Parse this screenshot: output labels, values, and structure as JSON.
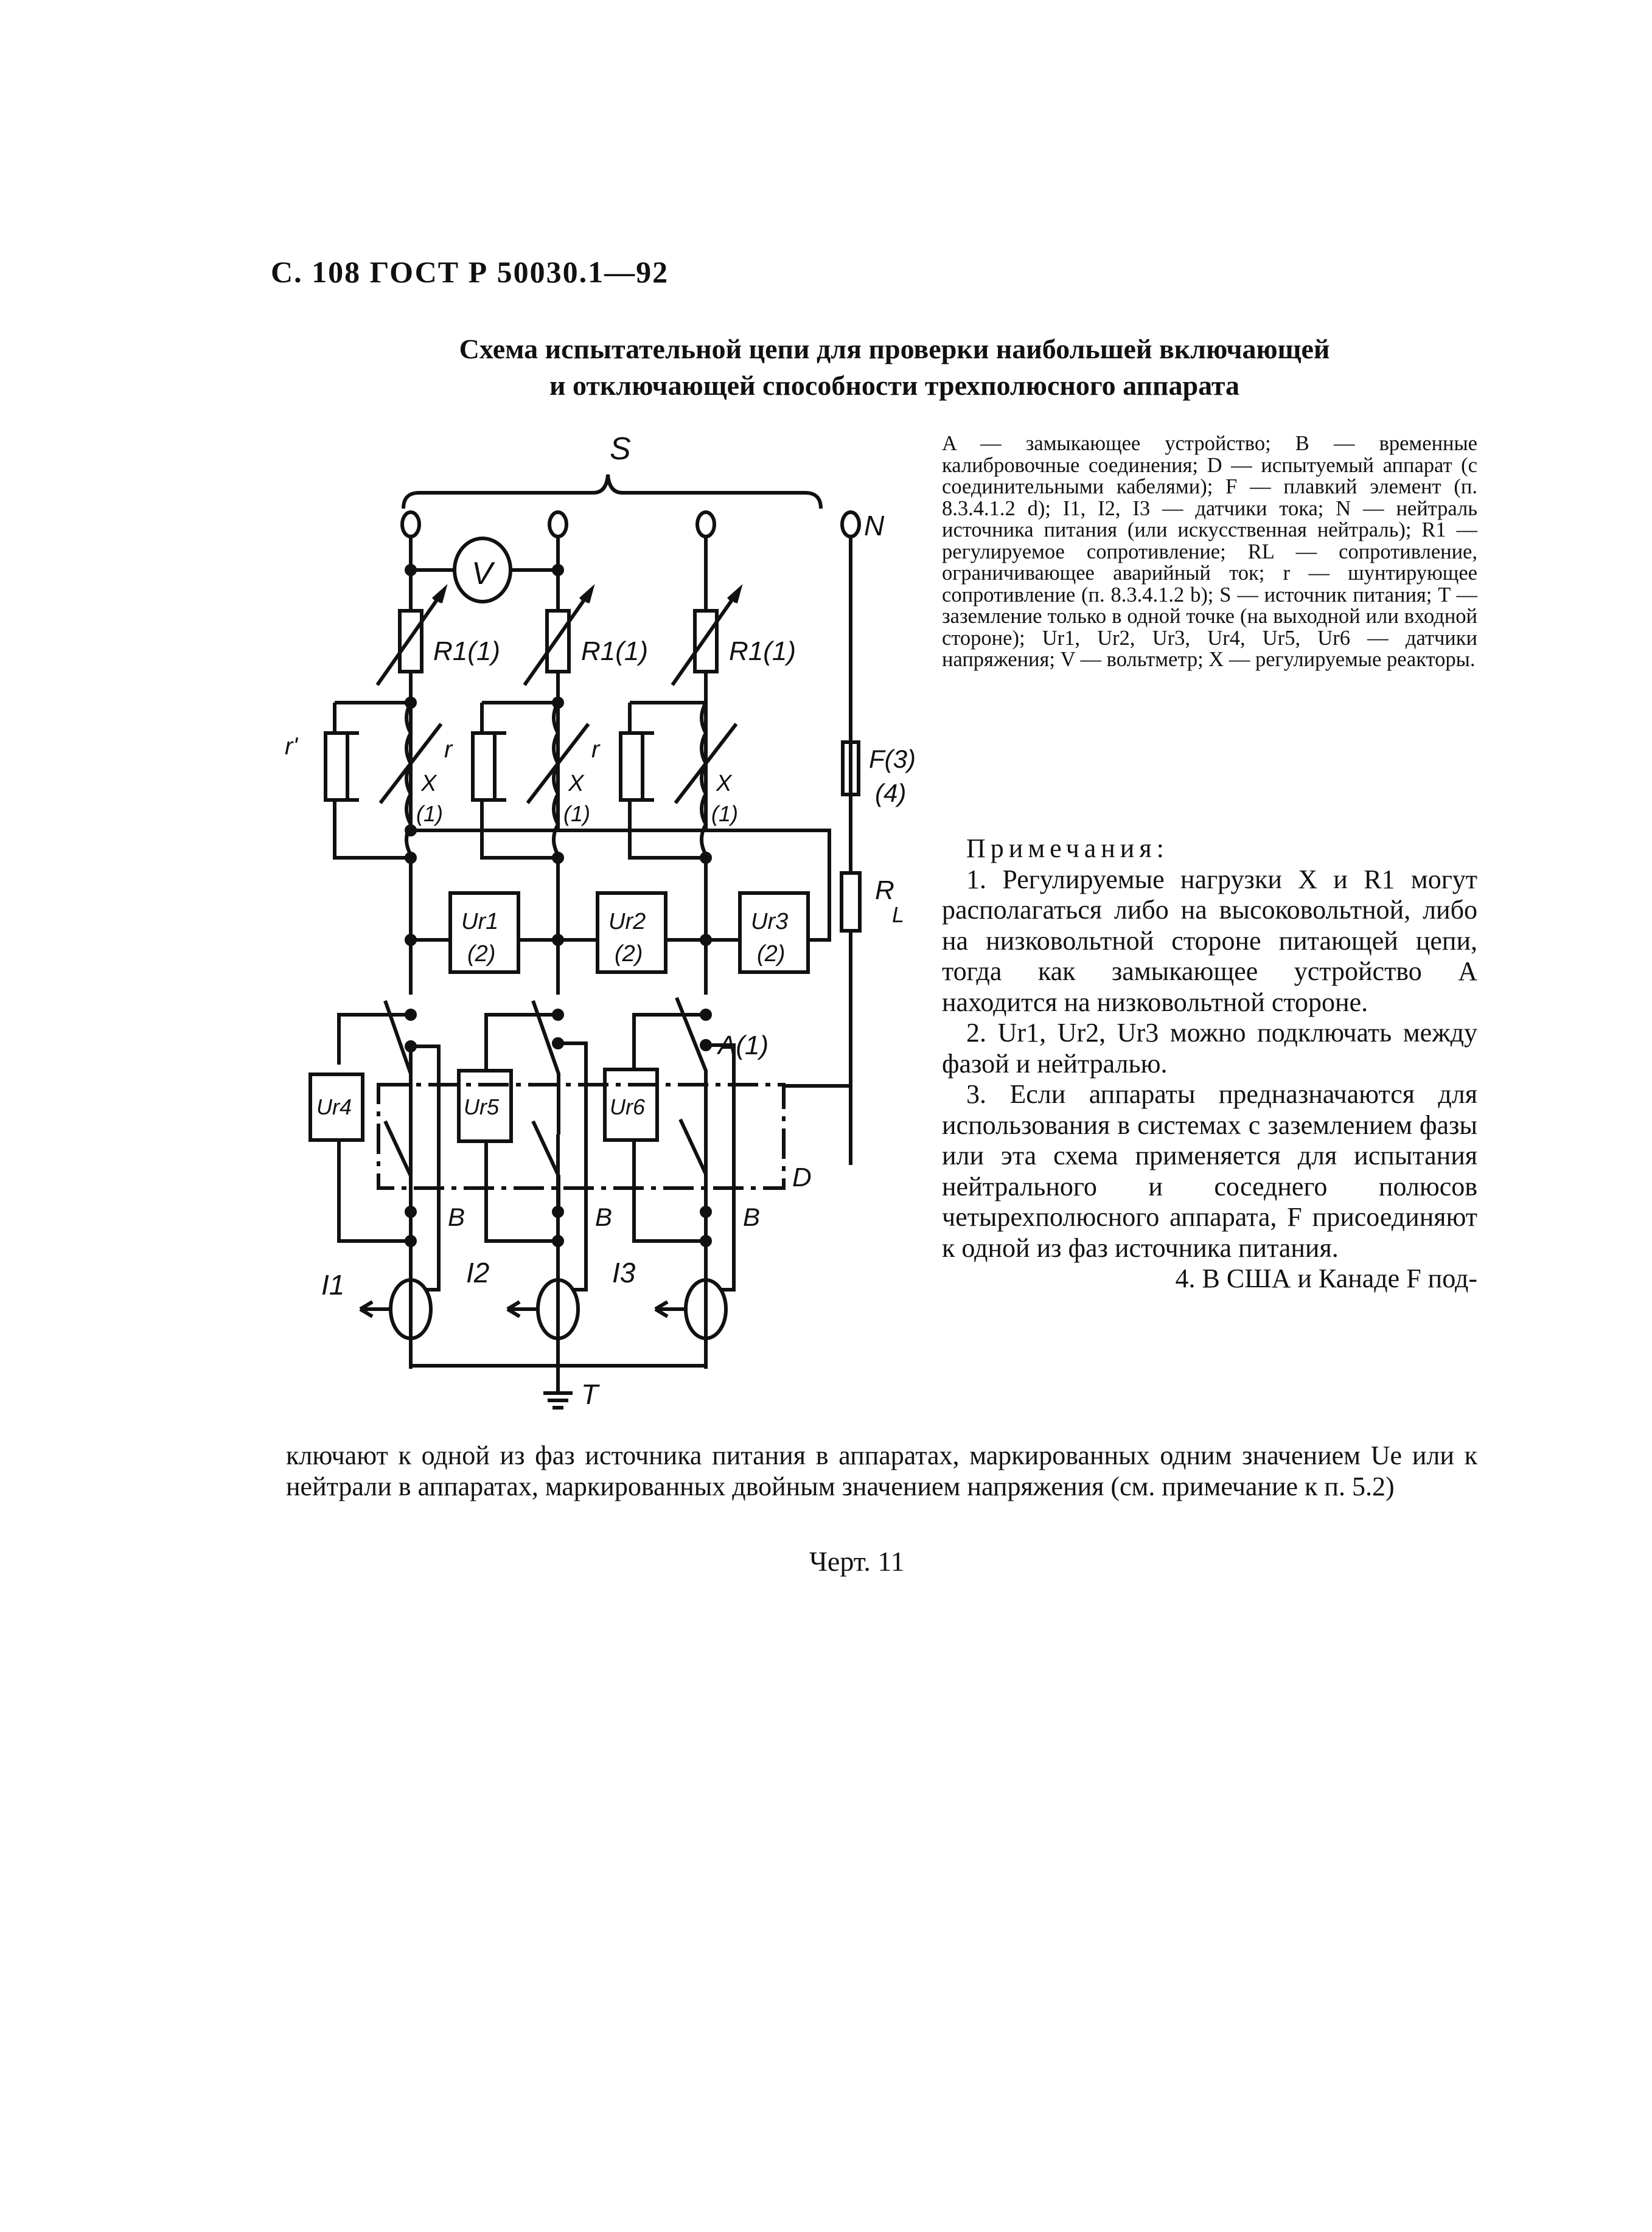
{
  "header": {
    "page_ref": "С. 108 ГОСТ Р 50030.1—92"
  },
  "title": {
    "line1": "Схема испытательной цепи для проверки наибольшей включающей",
    "line2": "и отключающей способности трехполюсного аппарата"
  },
  "diagram": {
    "source_label": "S",
    "neutral_label": "N",
    "voltmeter_label": "V",
    "phases": [
      {
        "resistor": "R1(1)",
        "shunt": "r'",
        "reactor": "X",
        "reactor_note": "(1)",
        "shunt_r": "r",
        "sensor_top": "Ur1",
        "sensor_top_note": "(2)",
        "sensor_bottom": "Ur4",
        "calib": "B",
        "current": "I1"
      },
      {
        "resistor": "R1(1)",
        "shunt": "",
        "reactor": "X",
        "reactor_note": "(1)",
        "shunt_r": "r",
        "sensor_top": "Ur2",
        "sensor_top_note": "(2)",
        "sensor_bottom": "Ur5",
        "calib": "B",
        "current": "I2"
      },
      {
        "resistor": "R1(1)",
        "shunt": "",
        "reactor": "X",
        "reactor_note": "(1)",
        "shunt_r": "",
        "sensor_top": "Ur3",
        "sensor_top_note": "(2)",
        "sensor_bottom": "Ur6",
        "calib": "B",
        "current": "I3"
      }
    ],
    "fuse_label": "F(3)",
    "fuse_note": "(4)",
    "load_resistor_label": "R",
    "load_resistor_sub": "L",
    "switch_label": "A(1)",
    "device_label": "D",
    "ground_label": "T"
  },
  "legend": {
    "text": "A — замыкающее устройство; B — временные калибровочные соединения; D — испытуемый аппарат (с соединительными кабелями); F — плавкий элемент (п. 8.3.4.1.2 d); I1, I2, I3 — датчики тока; N — нейтраль источника питания (или искусственная нейтраль); R1 — регулируемое сопротивление; RL — сопротивление, ограничивающее аварийный ток; r — шунтирующее сопротивление (п. 8.3.4.1.2 b); S — источник питания; T — заземление только в одной точке (на выходной или входной стороне); Ur1, Ur2, Ur3, Ur4, Ur5, Ur6 — датчики напряжения; V — вольтметр; X — регулируемые реакторы."
  },
  "notes": {
    "heading": "Примечания:",
    "items": [
      "1. Регулируемые нагрузки X и R1 могут располагаться либо на высоковольтной, либо на низковольтной стороне питающей цепи, тогда как замыкающее устройство A находится на низковольтной стороне.",
      "2. Ur1, Ur2, Ur3 можно подключать между фазой и нейтралью.",
      "3. Если аппараты предназначаются для использования в системах с заземлением фазы или эта схема применяется для испытания нейтрального и соседнего полюсов четырехполюсного аппарата, F присоединяют к одной из фаз источника питания.",
      "4. В США и Канаде F подключают к одной из фаз источника питания в аппаратах, маркированных одним значением Ue или к нейтрали в аппаратах, маркированных двойным значением напряжения (см. примечание к п. 5.2)"
    ],
    "note4_start": "4. В США и Канаде F под-",
    "note4_rest": "ключают к одной из фаз источника питания в аппаратах, маркированных одним значением Ue или к нейтрали в аппаратах, маркированных двойным значением напряжения (см. примечание к п. 5.2)"
  },
  "caption": "Черт. 11"
}
